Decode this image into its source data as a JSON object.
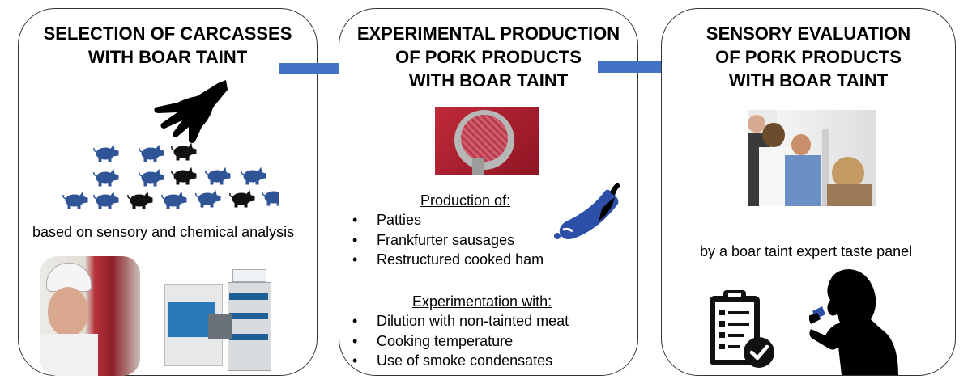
{
  "panels": [
    {
      "title_lines": [
        "SELECTION OF CARCASSES",
        "WITH BOAR TAINT"
      ],
      "caption": "based on sensory and chemical analysis"
    },
    {
      "title_lines": [
        "EXPERIMENTAL PRODUCTION",
        "OF PORK PRODUCTS",
        "WITH BOAR TAINT"
      ],
      "section1_heading": "Production of:",
      "section1_items": [
        "Patties",
        "Frankfurter sausages",
        "Restructured cooked ham"
      ],
      "section2_heading": "Experimentation with:",
      "section2_items": [
        "Dilution with non-tainted meat",
        "Cooking temperature",
        "Use of smoke condensates"
      ]
    },
    {
      "title_lines": [
        "SENSORY EVALUATION",
        "OF PORK PRODUCTS",
        "WITH BOAR TAINT"
      ],
      "caption": "by a boar taint expert taste panel"
    }
  ],
  "colors": {
    "arrow": "#4472c4",
    "pig_blue": "#2f5597",
    "pig_black": "#111111",
    "sausage_blue": "#2e4fa8",
    "border": "#333333"
  },
  "icons": [
    "hand-icon",
    "pig-icon",
    "sausage-icon",
    "clipboard-checklist-icon",
    "taster-silhouette-icon"
  ]
}
